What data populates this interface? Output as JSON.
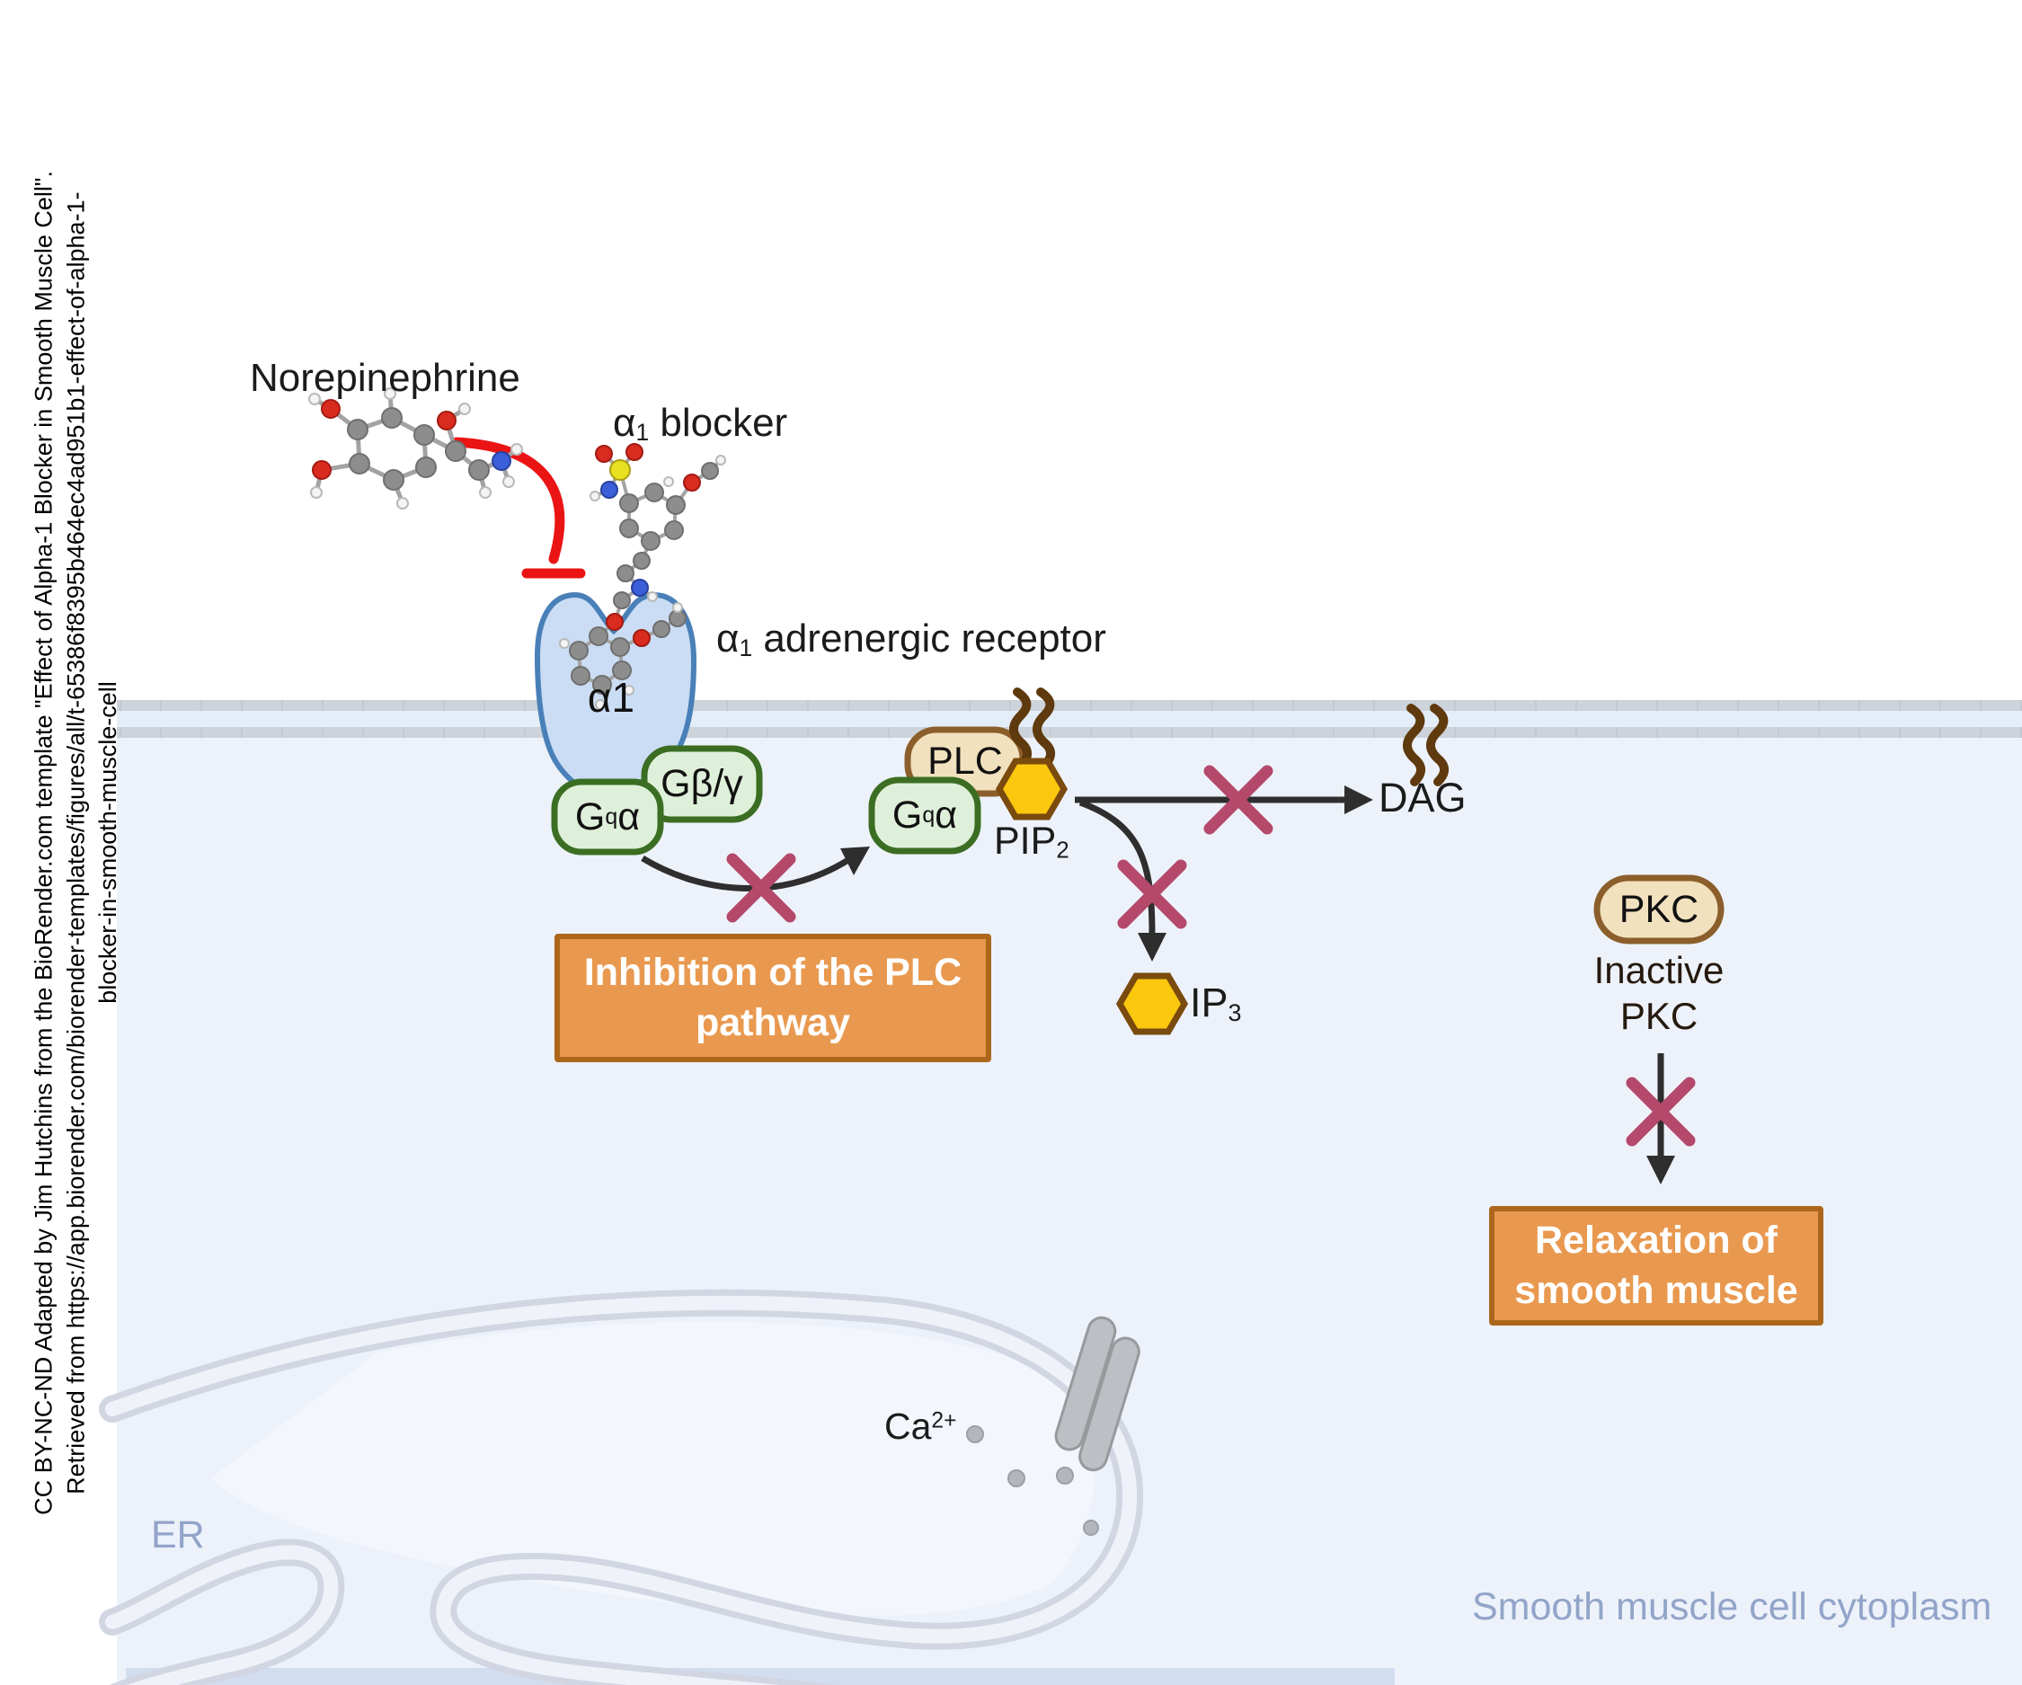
{
  "figure": {
    "attribution_line1": "CC BY-NC-ND Adapted by Jim Hutchins from the BioRender.com template \"Effect of Alpha-1 Blocker in Smooth Muscle Cell\".",
    "attribution_line2": "Retrieved from https://app.biorender.com/biorender-templates/figures/all/t-65386f8395b464ec4ad951b1-effect-of-alpha-1-",
    "attribution_line3": "blocker-in-smooth-muscle-cell"
  },
  "labels": {
    "norepinephrine": "Norepinephrine",
    "blocker": {
      "pre": "α",
      "sub": "1",
      "post": " blocker"
    },
    "adrenergic_receptor": {
      "pre": "α",
      "sub": "1",
      "post": " adrenergic receptor"
    },
    "receptor_body": "α1",
    "gq_alpha_left": {
      "pre": "G",
      "sub": "q",
      "post": "α"
    },
    "g_beta_gamma": "Gβ/γ",
    "gq_alpha_right": {
      "pre": "G",
      "sub": "q",
      "post": "α"
    },
    "plc": "PLC",
    "pip2": {
      "pre": "PIP",
      "sub": "2"
    },
    "dag": "DAG",
    "ip3": {
      "pre": "IP",
      "sub": "3"
    },
    "pkc": "PKC",
    "inactive_pkc_line1": "Inactive",
    "inactive_pkc_line2": "PKC",
    "inhibition_box_line1": "Inhibition of the PLC",
    "inhibition_box_line2": "pathway",
    "relaxation_box_line1": "Relaxation of",
    "relaxation_box_line2": "smooth muscle",
    "calcium": {
      "pre": "Ca",
      "sup": "2+"
    },
    "er": "ER",
    "cytoplasm": "Smooth muscle cell cytoplasm"
  },
  "colors": {
    "cytoplasm_fill": "#edf2fa",
    "membrane_gray": "#ccd3da",
    "membrane_mid": "#e4eef8",
    "receptor_fill": "#cbddf4",
    "receptor_border": "#4a80b8",
    "gprotein_fill": "#dff0da",
    "gprotein_border": "#3b6e22",
    "enzyme_fill": "#f2e1be",
    "enzyme_border": "#8b5e2b",
    "hexagon_fill": "#fbc70f",
    "hexagon_border": "#7a4a0e",
    "lipid_tail_brown": "#5f3a0e",
    "orange_box_fill": "#e9994f",
    "orange_box_border": "#ad671c",
    "inhibit_x_maroon": "#b4496b",
    "inhibit_red": "#ea1414",
    "arrow_black": "#2e2e2e",
    "er_tube_gray": "#d1d6e2",
    "note_blue": "#92a4c9"
  }
}
